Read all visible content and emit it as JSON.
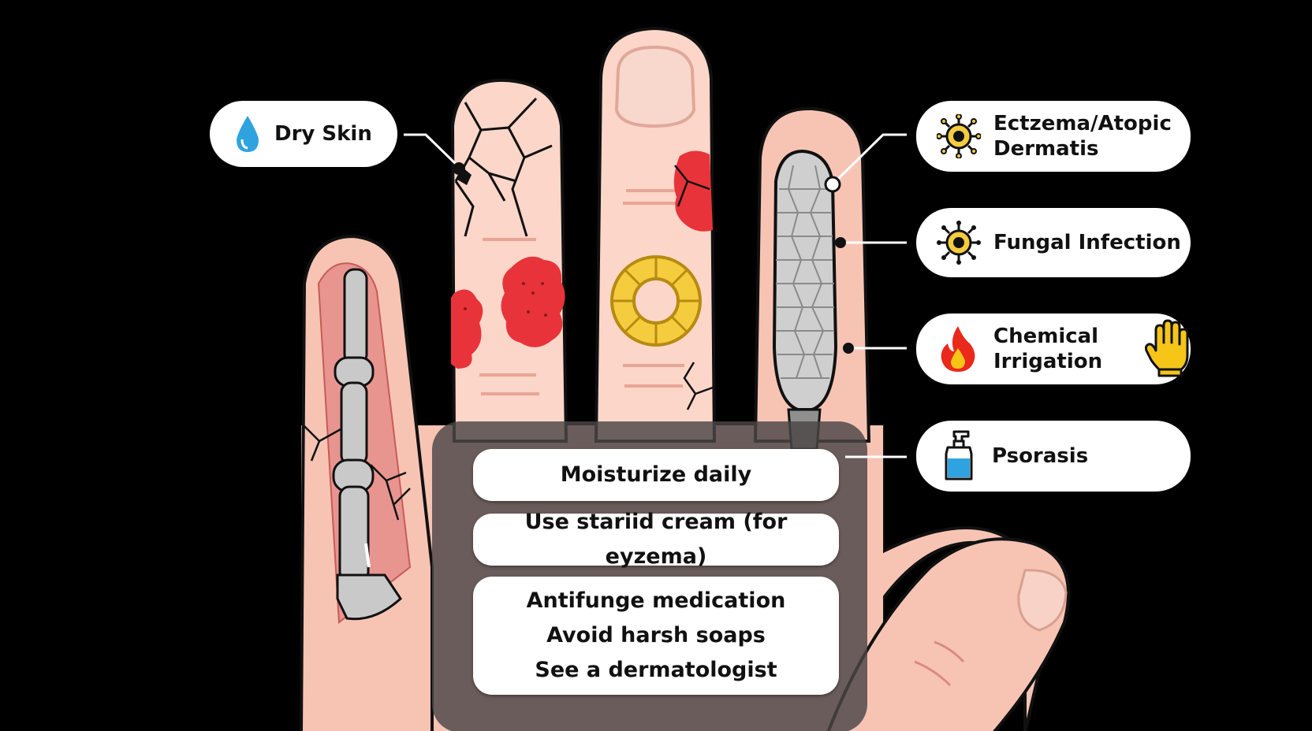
{
  "labels": {
    "dry_skin": "Dry Skin",
    "eczema": "Ectzema/Atopic\nDermatis",
    "fungal": "Fungal Infection",
    "chemical": "Chemical\nIrrigation",
    "psoriasis": "Psorasis"
  },
  "tips": {
    "t1": "Moisturize daily",
    "t2": "Use stariid cream (for eyzema)",
    "t3": "Antifunge medication",
    "t4": "Avoid harsh soaps",
    "t5": "See a dermatologist"
  },
  "icons": {
    "dry_skin": "water-drop-icon",
    "eczema": "sun-virus-icon",
    "fungal": "sun-virus-icon",
    "chemical": "flame-icon",
    "chemical_extra": "glove-icon",
    "psoriasis": "pump-bottle-icon"
  },
  "colors": {
    "background": "#000000",
    "skin": "#f7c4b4",
    "skin_light": "#fbd6c9",
    "rash": "#e8333a",
    "ring": "#f4cc3e",
    "bone": "#c9c9c9",
    "drop": "#2fa3e0",
    "flame": "#e8291c",
    "glove": "#f5c518"
  }
}
